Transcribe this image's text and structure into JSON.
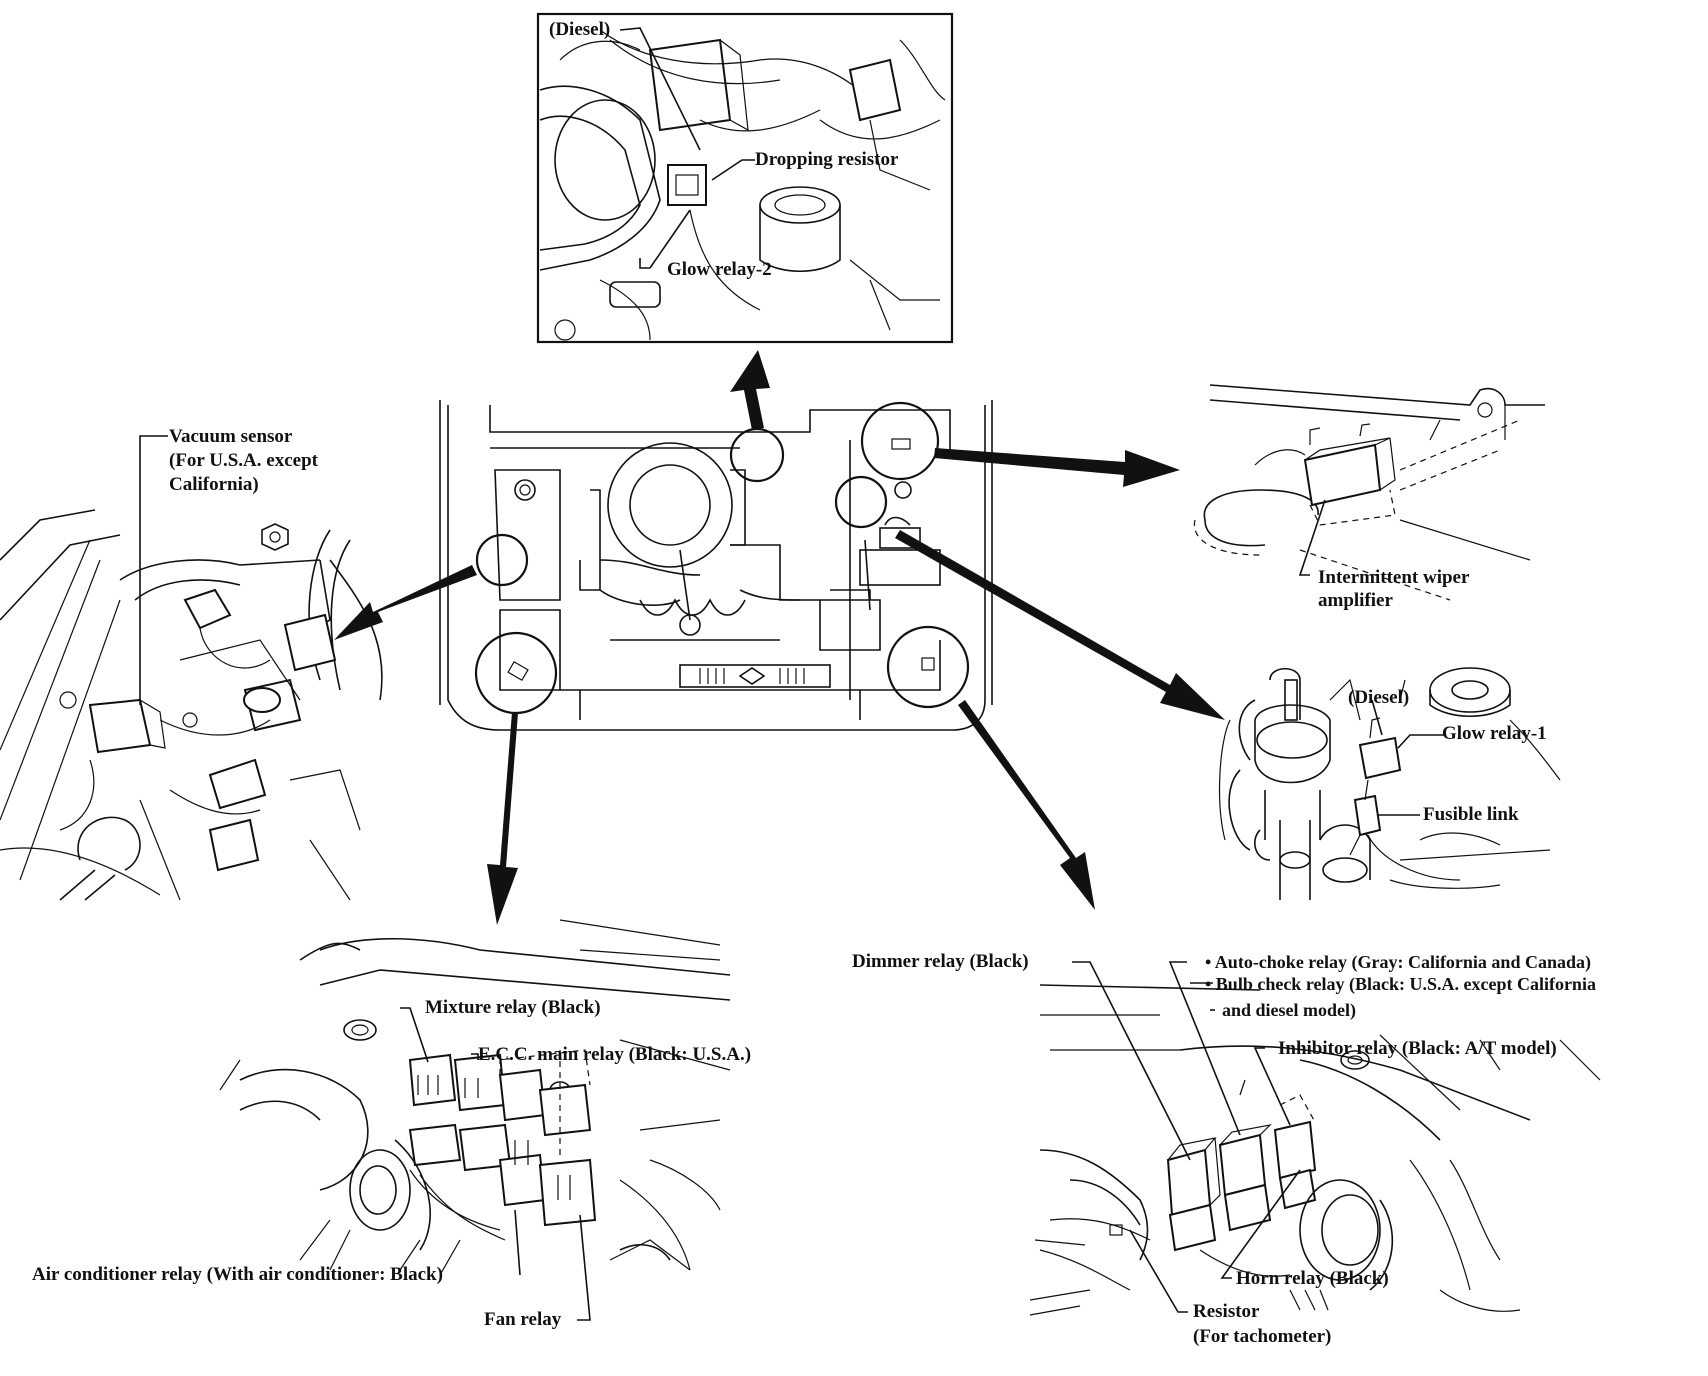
{
  "labels": {
    "diesel_top": "(Diesel)",
    "dropping_resistor": "Dropping resistor",
    "glow_relay_2": "Glow relay-2",
    "vacuum_sensor_1": "Vacuum sensor",
    "vacuum_sensor_2": "(For U.S.A. except",
    "vacuum_sensor_3": "California)",
    "wiper_amp_1": "Intermittent wiper",
    "wiper_amp_2": "amplifier",
    "diesel_right": "(Diesel)",
    "glow_relay_1": "Glow relay-1",
    "fusible_link": "Fusible link",
    "mixture_relay": "Mixture relay (Black)",
    "ecc_main_relay": "E.C.C. main relay (Black:  U.S.A.)",
    "air_conditioner_relay": "Air conditioner relay (With air conditioner:  Black)",
    "fan_relay": "Fan relay",
    "dimmer_relay": "Dimmer relay (Black)",
    "auto_choke_relay": "• Auto-choke relay (Gray:  California and Canada)",
    "bulb_check_relay_1": "• Bulb check relay (Black:  U.S.A. except California",
    "bulb_check_relay_2": "and diesel model)",
    "inhibitor_relay": "Inhibitor relay (Black:  A/T model)",
    "horn_relay": "Horn relay (Black)",
    "resistor_1": "Resistor",
    "resistor_2": "(For tachometer)"
  },
  "colors": {
    "ink": "#111111",
    "paper": "#ffffff"
  }
}
